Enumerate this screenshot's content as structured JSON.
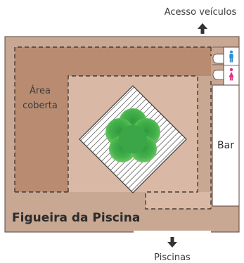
{
  "labels": {
    "vehicle_access": "Acesso veículos",
    "covered_area_line1": "Área",
    "covered_area_line2": "coberta",
    "bar": "Bar",
    "venue_name": "Figueira da Piscina",
    "pools": "Piscinas"
  },
  "icons": {
    "restroom_men": "man-icon",
    "restroom_women": "woman-icon",
    "arrow_up": "arrow-up-icon",
    "arrow_down": "arrow-down-icon",
    "tree": "tree-icon"
  },
  "colors": {
    "outer_floor": "#c8a793",
    "covered_floor": "#b98c72",
    "inner_floor": "#d9b9a6",
    "dashed_line": "#4a3a32",
    "tree_green": "#3fae49",
    "tree_green_light": "#79c96d",
    "men_icon": "#2f8fd3",
    "women_icon": "#e0338a",
    "arrow": "#333333"
  }
}
